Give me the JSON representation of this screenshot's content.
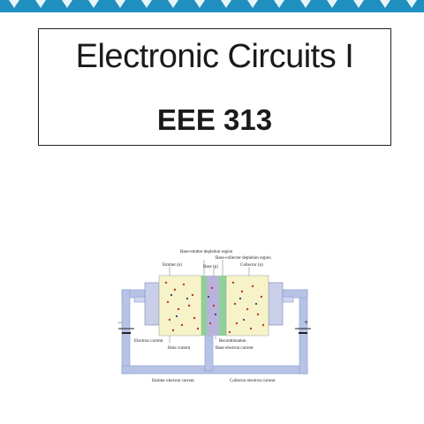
{
  "slide": {
    "title": "Electronic Circuits I",
    "course_code": "EEE 313"
  },
  "figure": {
    "labels": {
      "be_depletion": "Base-emitter depletion region",
      "bc_depletion": "Base-collector depletion region",
      "emitter": "Emitter (n)",
      "base": "Base (p)",
      "collector": "Collector (n)",
      "electron_current": "Electron current",
      "hole_current": "Hole current",
      "recombination": "Recombination",
      "base_electron_current": "Base electron current",
      "emitter_electron_current": "Emitter electron current",
      "collector_electron_current": "Collector electron current",
      "minus": "−",
      "plus": "+"
    }
  },
  "colors": {
    "band": "#1f8fbf",
    "wire": "#b7c3e6",
    "emitter_region": "#f6f3c9",
    "base_region": "#b9b3dc",
    "depletion": "#8fcf9a"
  }
}
